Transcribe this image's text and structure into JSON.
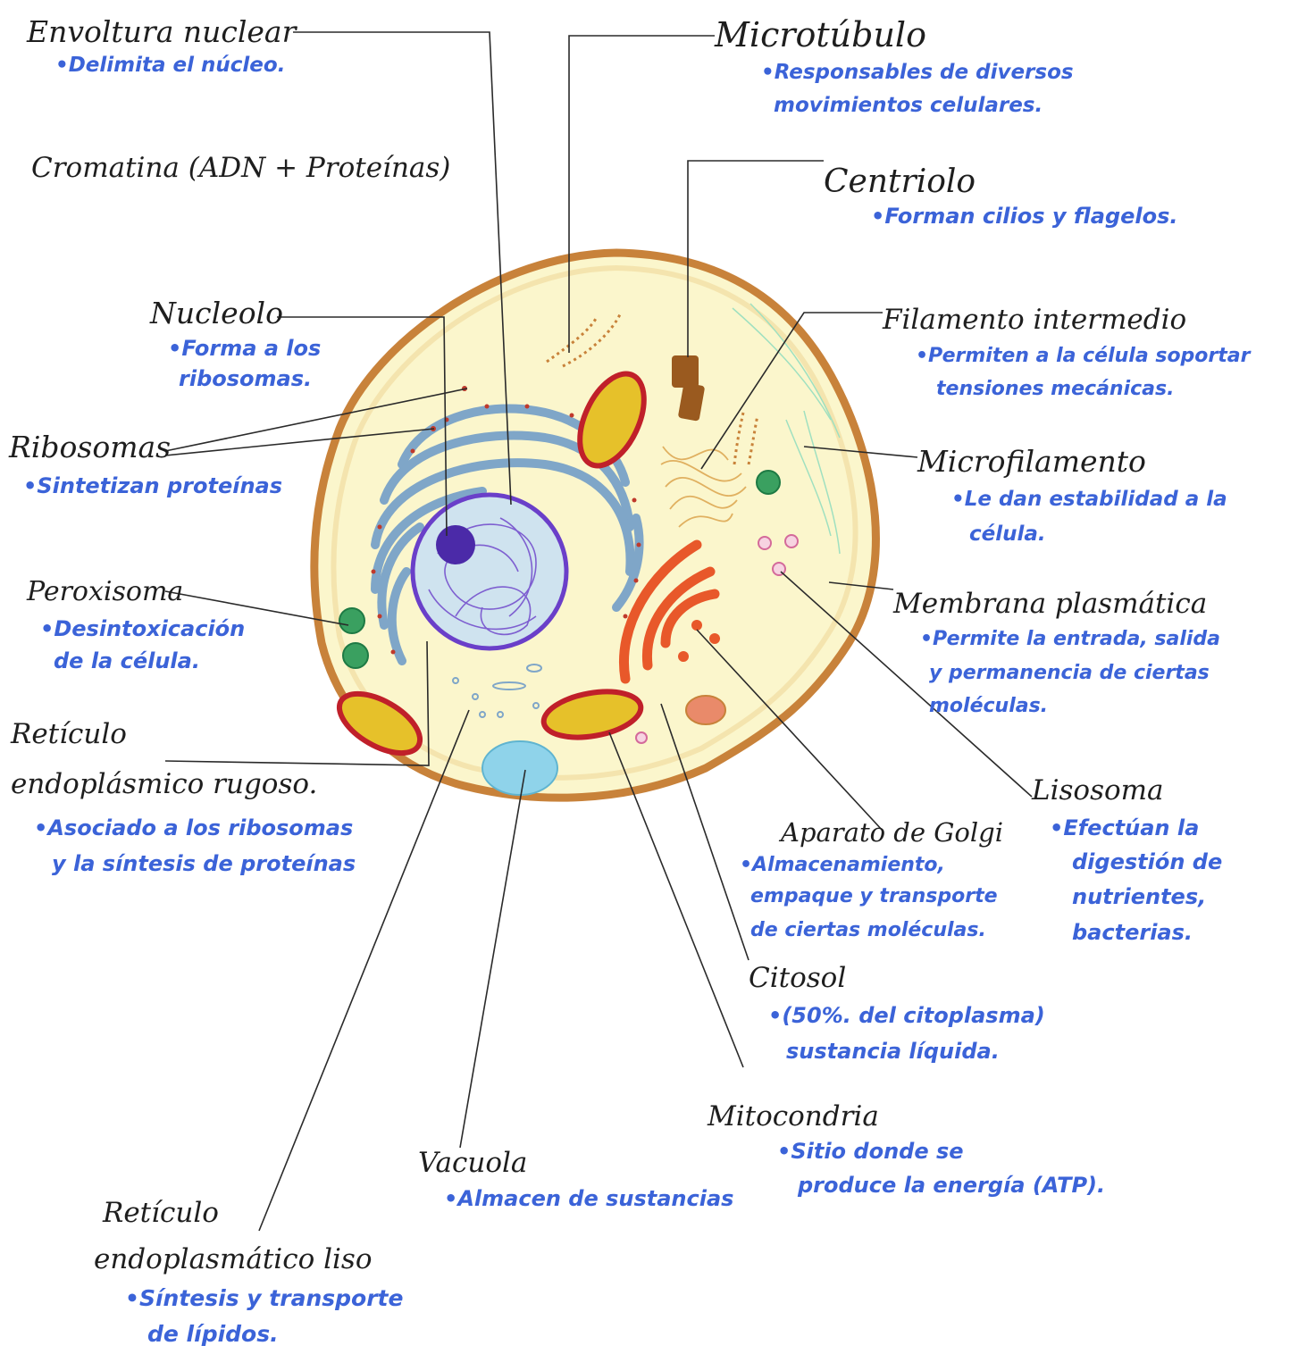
{
  "colors": {
    "label": "#1e1e1e",
    "description": "#3b63d8",
    "cell_fill": "#fbf6cc",
    "membrane": "#c8823a",
    "nucleus_envelope": "#6a3fc9",
    "nucleolus": "#4b2aa8",
    "rough_er": "#7fa6c8",
    "ribosome": "#c0392b",
    "golgi": "#e8582a",
    "mitochondria": "#c0202a",
    "mitochondria_inner": "#e6c12a",
    "peroxisome": "#3aa060",
    "vacuole": "#8fd3ea",
    "centriole": "#9a5a1f",
    "lysosome": "#d46a9a"
  },
  "labels": [
    {
      "id": "envoltura",
      "title": "Envoltura nuclear",
      "desc": [
        "•Delimita el núcleo."
      ]
    },
    {
      "id": "cromatina",
      "title": "Cromatina (ADN + Proteínas)",
      "desc": []
    },
    {
      "id": "nucleolo",
      "title": "Nucleolo",
      "desc": [
        "•Forma a los",
        "ribosomas."
      ]
    },
    {
      "id": "ribosomas",
      "title": "Ribosomas",
      "desc": [
        "•Sintetizan proteínas"
      ]
    },
    {
      "id": "peroxisoma",
      "title": "Peroxisoma",
      "desc": [
        "•Desintoxicación",
        "de la célula."
      ]
    },
    {
      "id": "rer",
      "title": "Retículo",
      "title2": "endoplásmico rugoso.",
      "desc": [
        "•Asociado a los ribosomas",
        "y la síntesis de proteínas"
      ]
    },
    {
      "id": "rel",
      "title": "Retículo",
      "title2": "endoplasmático liso",
      "desc": [
        "•Síntesis y transporte",
        "de lípidos."
      ]
    },
    {
      "id": "vacuola",
      "title": "Vacuola",
      "desc": [
        "•Almacen de sustancias"
      ]
    },
    {
      "id": "mitocondria",
      "title": "Mitocondria",
      "desc": [
        "•Sitio donde se",
        "produce la energía (ATP)."
      ]
    },
    {
      "id": "citosol",
      "title": "Citosol",
      "desc": [
        "•(50%. del citoplasma)",
        "sustancia líquida."
      ]
    },
    {
      "id": "golgi",
      "title": "Aparato de Golgi",
      "desc": [
        "•Almacenamiento,",
        "empaque y transporte",
        "de ciertas moléculas."
      ]
    },
    {
      "id": "lisosoma",
      "title": "Lisosoma",
      "desc": [
        "•Efectúan la",
        "digestión de",
        "nutrientes,",
        "bacterias."
      ]
    },
    {
      "id": "membrana",
      "title": "Membrana plasmática",
      "desc": [
        "•Permite la entrada, salida",
        "y permanencia de ciertas",
        "moléculas."
      ]
    },
    {
      "id": "microfilamento",
      "title": "Microfilamento",
      "desc": [
        "•Le dan estabilidad a la",
        "célula."
      ]
    },
    {
      "id": "filamento",
      "title": "Filamento intermedio",
      "desc": [
        "•Permiten a la célula soportar",
        "tensiones mecánicas."
      ]
    },
    {
      "id": "centriolo",
      "title": "Centriolo",
      "desc": [
        "•Forman cilios y flagelos."
      ]
    },
    {
      "id": "microtubulo",
      "title": "Microtúbulo",
      "desc": [
        "•Responsables de diversos",
        "movimientos celulares."
      ]
    }
  ]
}
